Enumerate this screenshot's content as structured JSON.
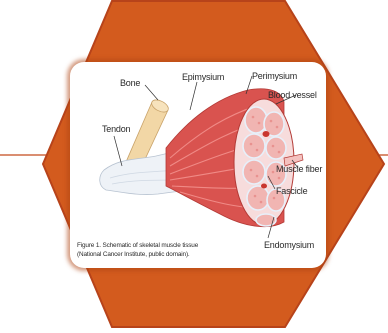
{
  "colors": {
    "hexagon_fill": "#d35b1e",
    "hexagon_border": "#b7431a",
    "connector_line": "#c44a1c",
    "panel_background": "#ffffff",
    "muscle": "#d9534f",
    "fascicle": "#f1b5b2",
    "tendon": "#eef2f7",
    "bone": "#f2d7a6"
  },
  "labels": {
    "bone": "Bone",
    "epimysium": "Epimysium",
    "perimysium": "Perimysium",
    "blood_vessel": "Blood vessel",
    "tendon": "Tendon",
    "muscle_fiber": "Muscle fiber",
    "fascicle": "Fascicle",
    "endomysium": "Endomysium"
  },
  "caption": {
    "line1": "Figure 1.  Schematic of skeletal muscle tissue",
    "line2": "(National Cancer Institute, public domain)."
  }
}
